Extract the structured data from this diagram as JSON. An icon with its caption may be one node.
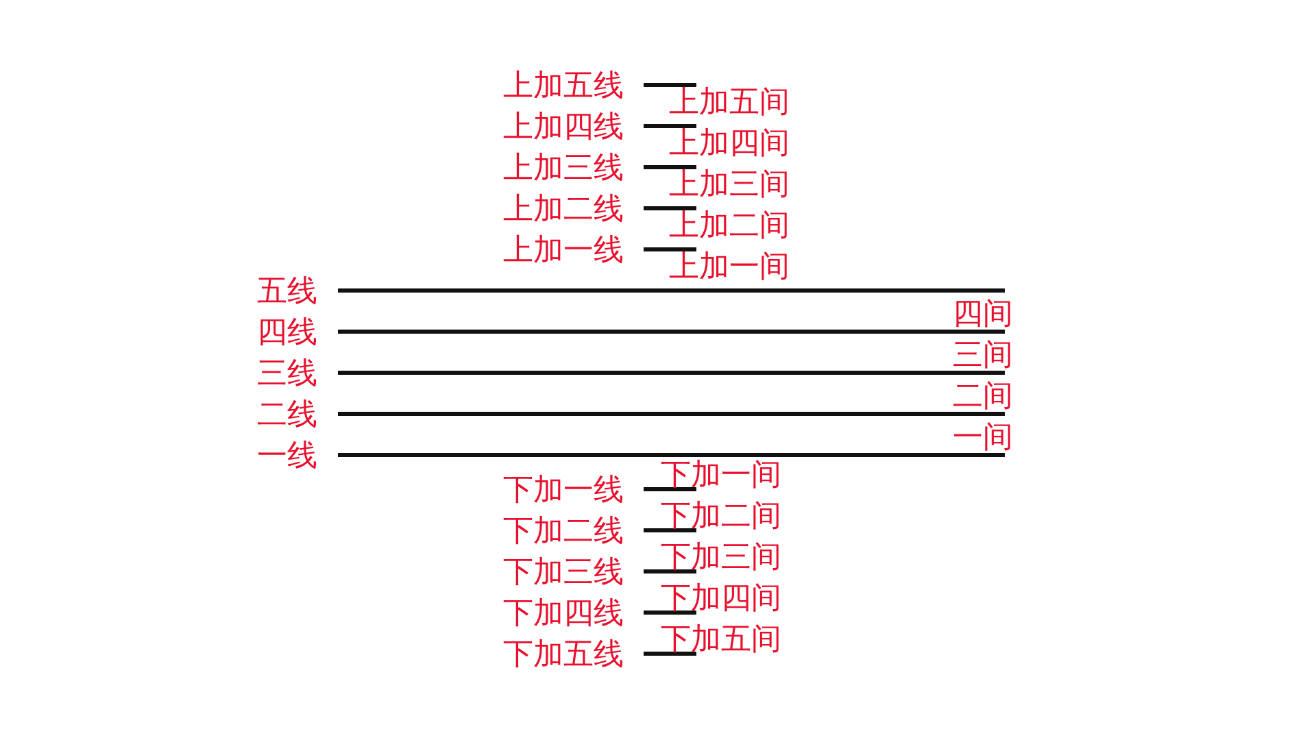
{
  "diagram": {
    "labels": [
      "上加五线",
      "上加五间",
      "上加四线",
      "上加四间",
      "上加三线",
      "上加三间",
      "上加二线",
      "上加二间",
      "上加一线",
      "上加一间",
      "五线",
      "四间",
      "四线",
      "三间",
      "三线",
      "二间",
      "二线",
      "一间",
      "一线",
      "下加一间",
      "下加一线",
      "下加二间",
      "下加二线",
      "下加三间",
      "下加三线",
      "下加四间",
      "下加四线",
      "下加五间",
      "下加五线"
    ]
  }
}
